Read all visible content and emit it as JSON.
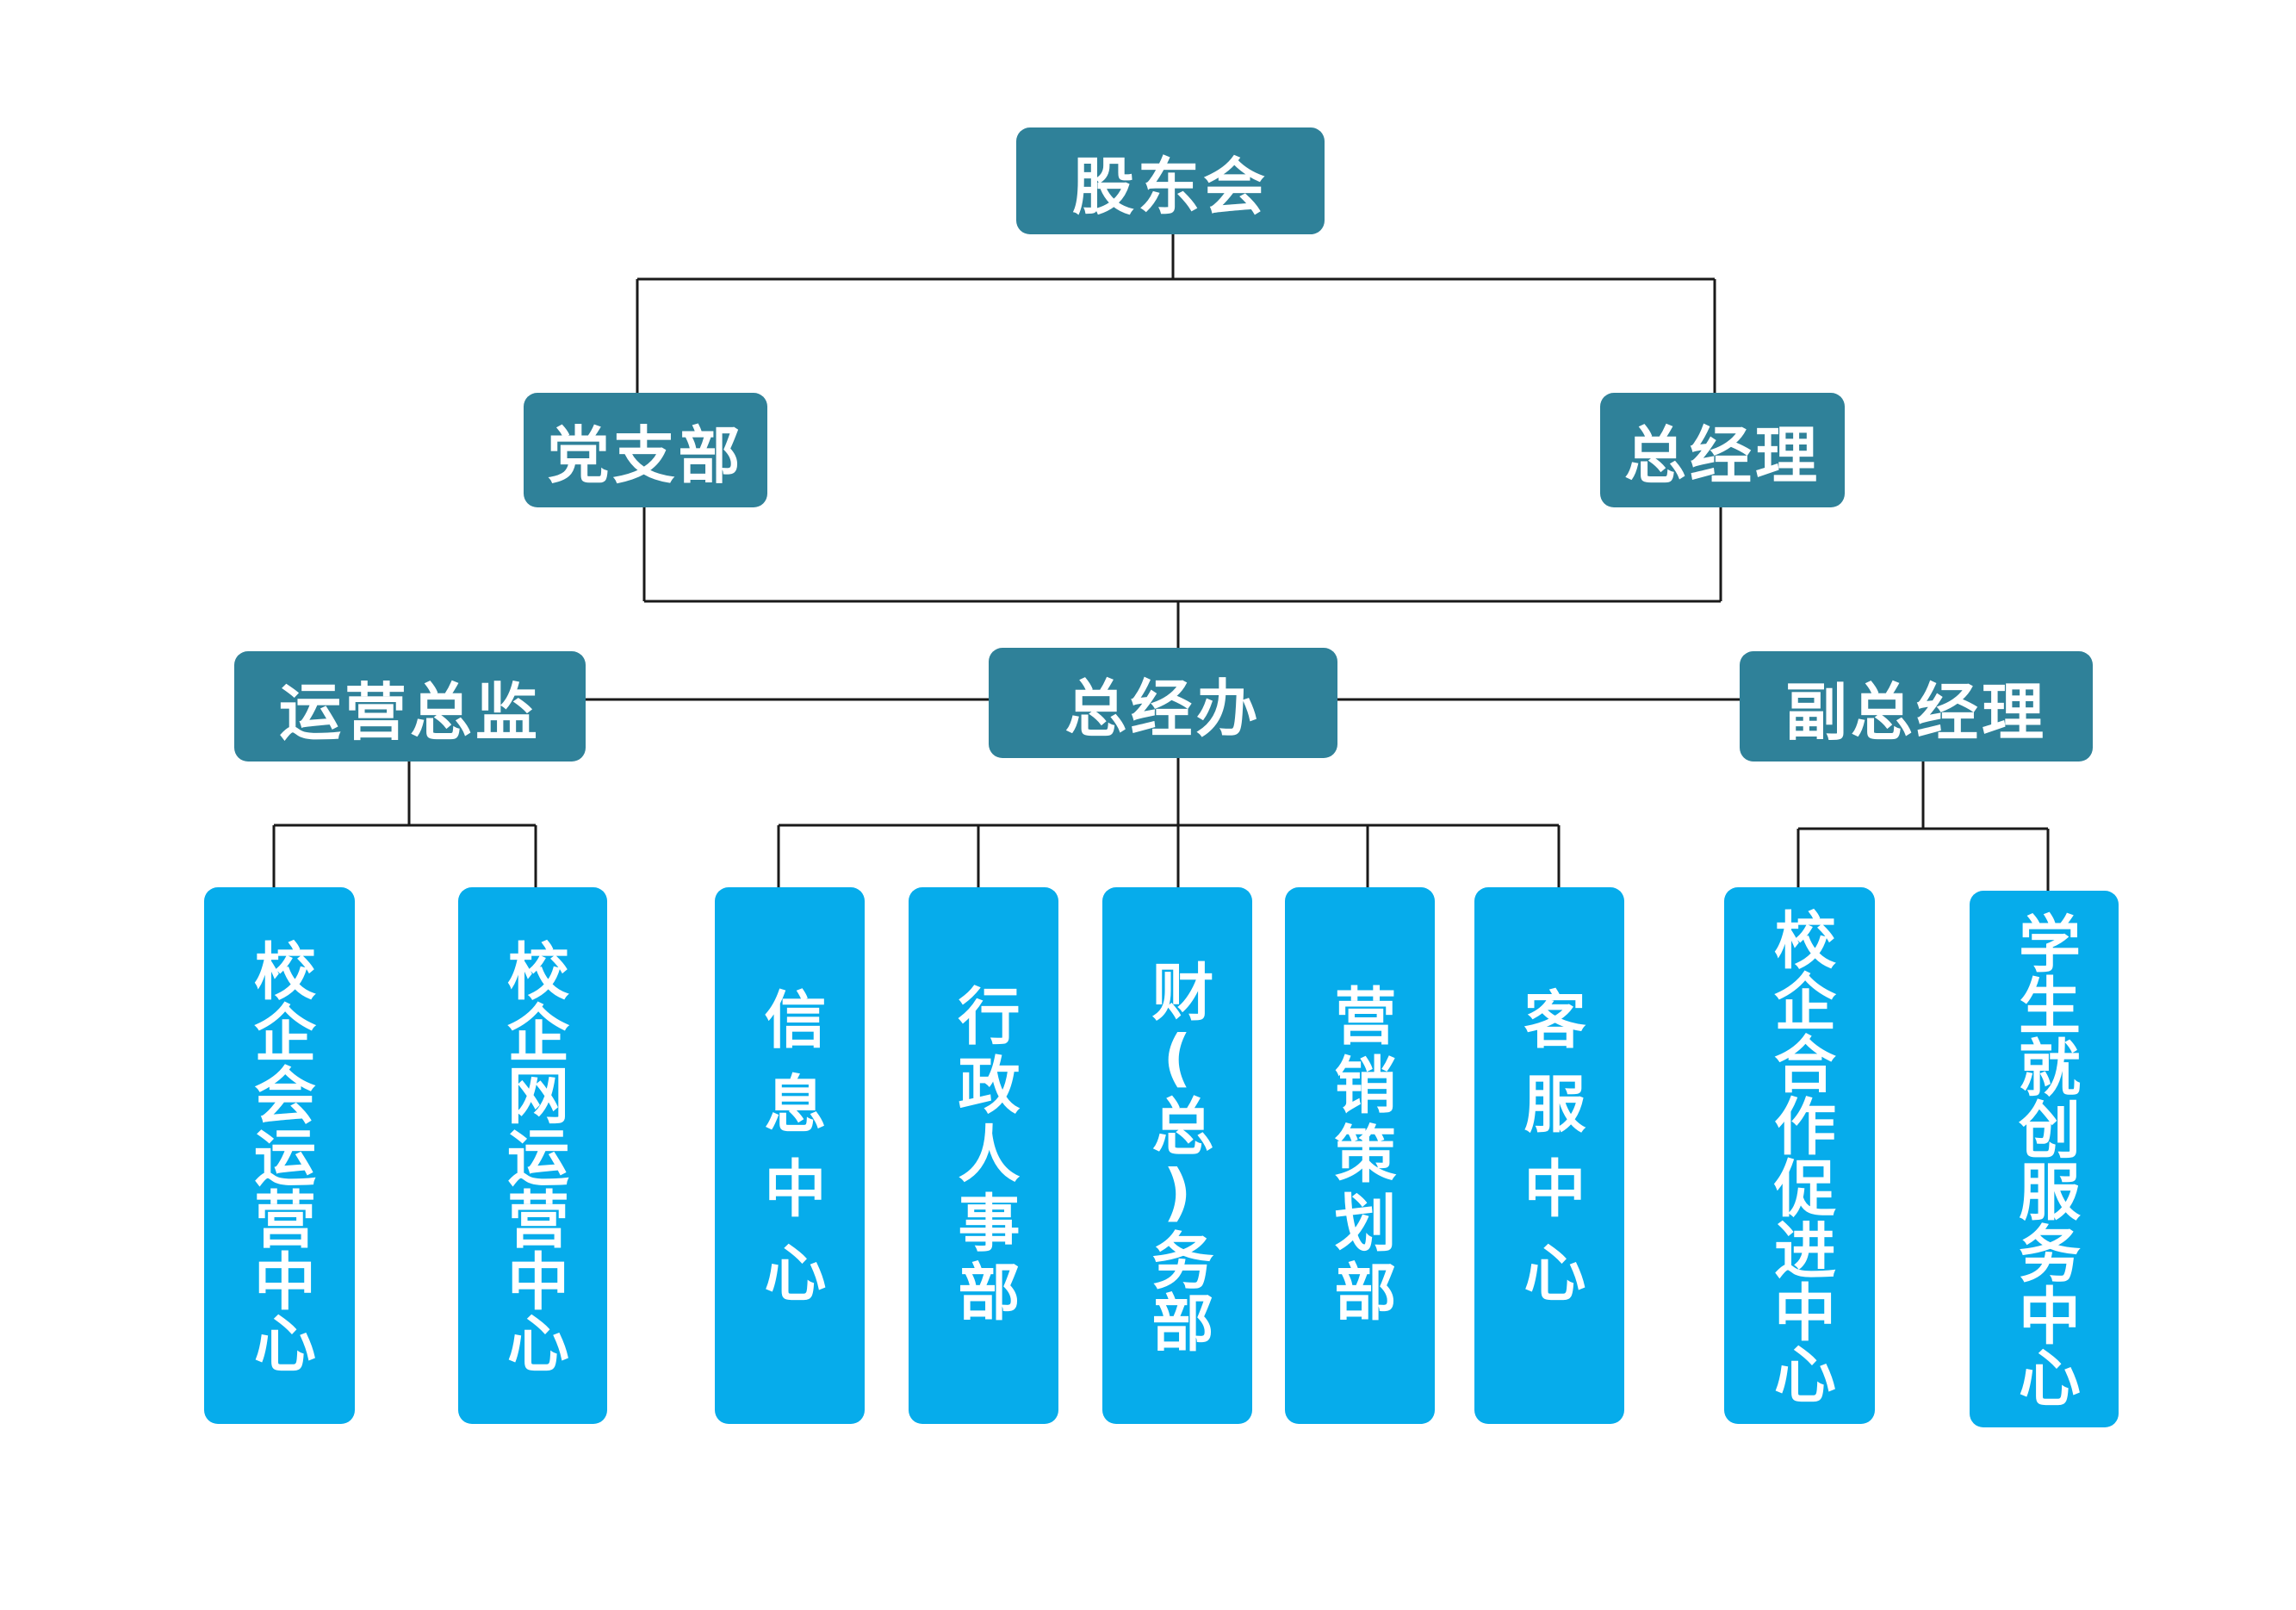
{
  "top": {
    "label": "股东会"
  },
  "level2": {
    "left": {
      "label": "党支部"
    },
    "right": {
      "label": "总经理"
    }
  },
  "level3": {
    "left": {
      "label": "运营总监"
    },
    "center": {
      "label": "总经办"
    },
    "right": {
      "label": "副总经理"
    }
  },
  "departments": {
    "ops_director": [
      {
        "label": "校企会运营中心"
      },
      {
        "label": "校企网运营中心"
      }
    ],
    "gm_office": [
      {
        "label": "信息中心"
      },
      {
        "label": "行政人事部"
      },
      {
        "label": "财(总)务部"
      },
      {
        "label": "营销策划部"
      },
      {
        "label": "客服中心"
      }
    ],
    "deputy_gm": [
      {
        "label": "校企合作促进中心"
      },
      {
        "label": "学生就创服务中心"
      }
    ]
  },
  "colors": {
    "header_box": "#2f8199",
    "department_box": "#06aceb",
    "connector_line": "#1a1a1a",
    "text": "#ffffff"
  }
}
